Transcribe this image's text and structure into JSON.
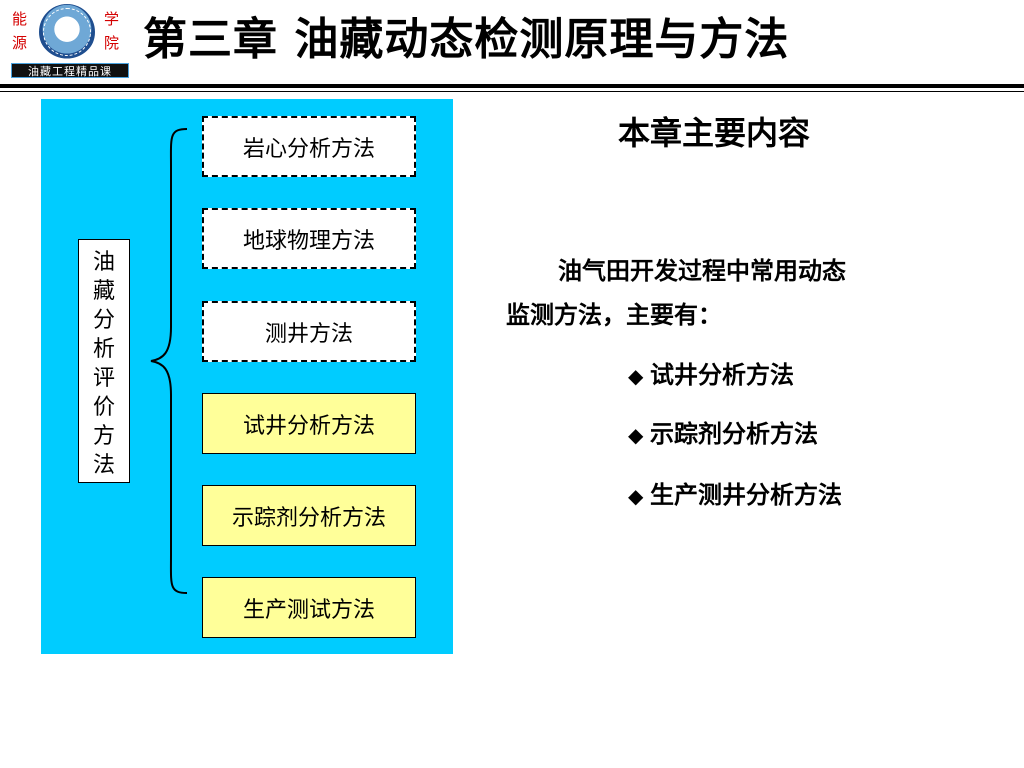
{
  "header": {
    "logo": {
      "chars": [
        "能",
        "源",
        "学",
        "院"
      ],
      "banner": "油藏工程精品课"
    },
    "title": "第三章  油藏动态检测原理与方法"
  },
  "diagram": {
    "root_chars": [
      "油",
      "藏",
      "分",
      "析",
      "评",
      "价",
      "方",
      "法"
    ],
    "methods": [
      {
        "label": "岩心分析方法",
        "style": "dashed"
      },
      {
        "label": "地球物理方法",
        "style": "dashed"
      },
      {
        "label": "测井方法",
        "style": "dashed"
      },
      {
        "label": "试井分析方法",
        "style": "solid"
      },
      {
        "label": "示踪剂分析方法",
        "style": "solid"
      },
      {
        "label": "生产测试方法",
        "style": "solid"
      }
    ],
    "colors": {
      "panel": "#00ccff",
      "highlight": "#ffff99"
    }
  },
  "summary": {
    "heading": "本章主要内容",
    "intro_line1": "油气田开发过程中常用动态",
    "intro_line2": "监测方法，主要有：",
    "bullet_symbol": "◆",
    "items": [
      "试井分析方法",
      "示踪剂分析方法",
      "生产测井分析方法"
    ]
  }
}
